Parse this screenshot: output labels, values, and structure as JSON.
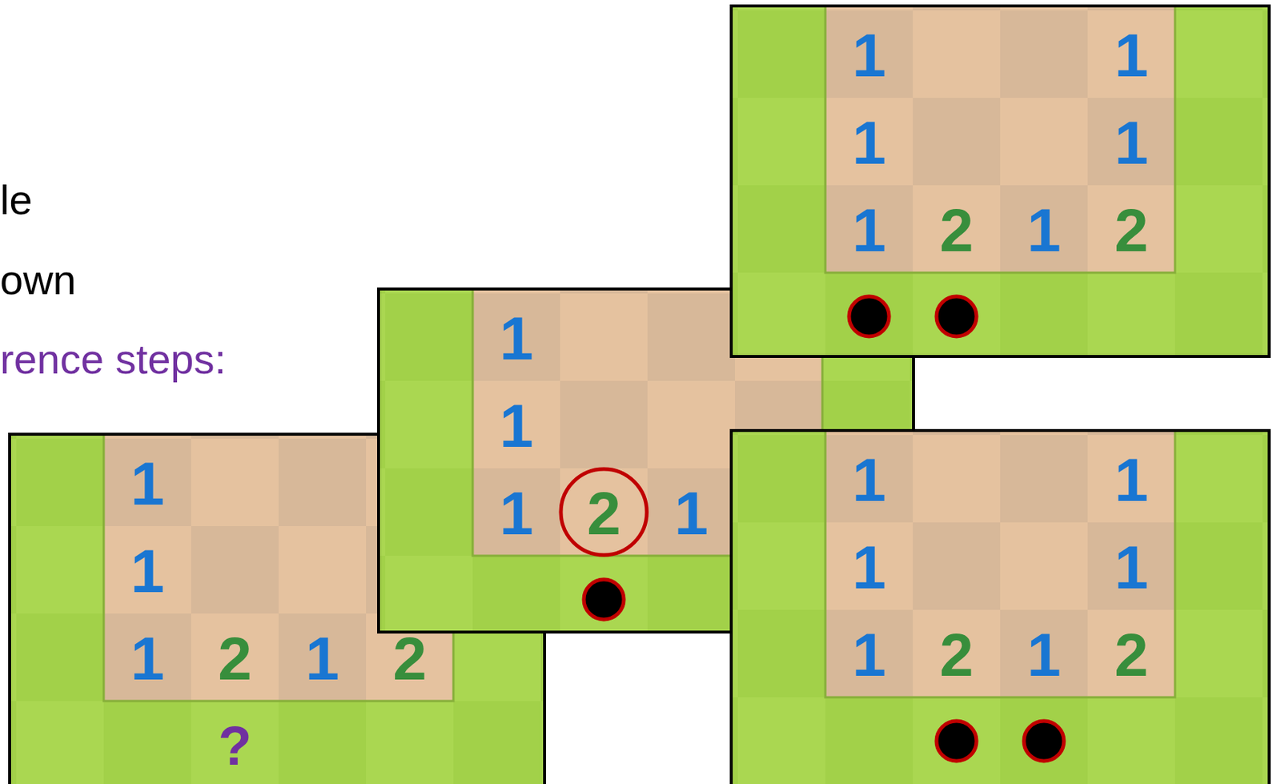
{
  "diagram": {
    "labels": [
      "le",
      "own",
      "rence steps:",
      "1",
      "1",
      "1",
      "1",
      "1",
      "2",
      "1",
      "2",
      "1",
      "1",
      "1",
      "2",
      "1",
      "1",
      "1",
      "1",
      "2",
      "1",
      "2",
      "?",
      "1",
      "1",
      "1",
      "1",
      "1",
      "2",
      "1",
      "2"
    ]
  }
}
